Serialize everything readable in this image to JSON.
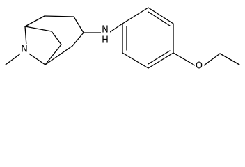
{
  "atoms": {
    "bridge_nitrogen": "N",
    "amine_nitrogen": "N",
    "amine_hydrogen": "H",
    "ether_oxygen": "O"
  }
}
